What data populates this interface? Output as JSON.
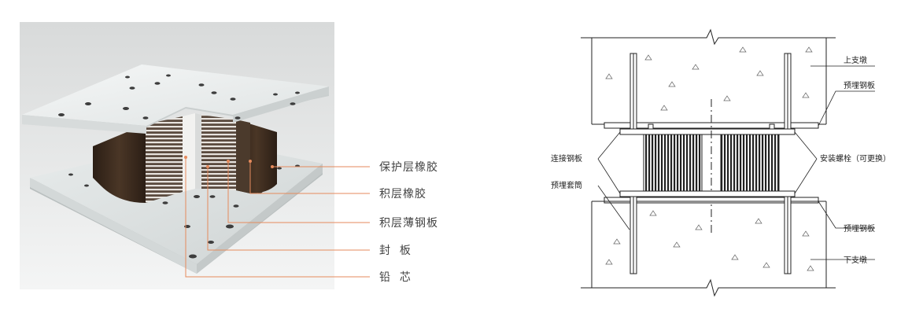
{
  "photo_labels": [
    "保护层橡胶",
    "积层橡胶",
    "积层薄钢板",
    "封  板",
    "铅  芯"
  ],
  "drawing_labels": {
    "upper_pier": "上支墩",
    "upper_embedded_plate": "预埋钢板",
    "connecting_plate": "连接钢板",
    "anchor_sleeve": "预埋套筒",
    "mount_bolt": "安装螺栓（可更换）",
    "lower_embedded_plate": "预埋钢板",
    "lower_pier": "下支墩"
  },
  "colors": {
    "leader": "#e58a5c",
    "rubber": "#3a2a1e",
    "plate": "#eaeded",
    "line": "#222222"
  }
}
